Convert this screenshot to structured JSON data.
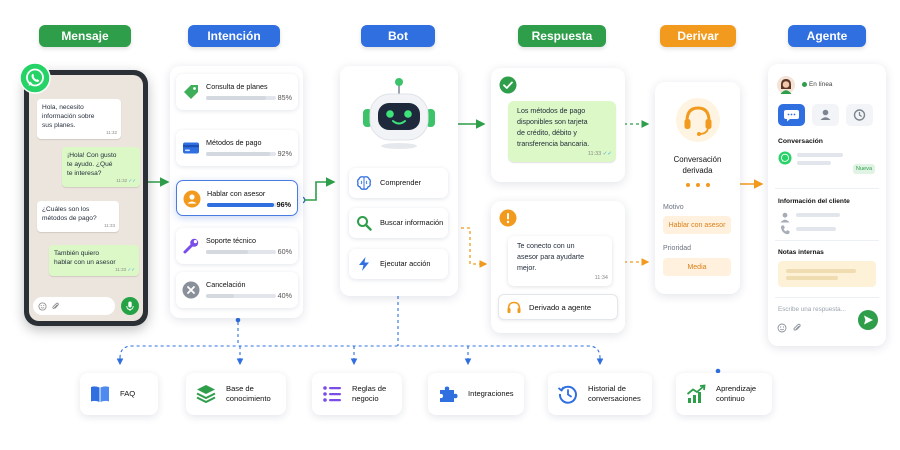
{
  "headers": [
    {
      "label": "Mensaje",
      "color": "#2e9e4a"
    },
    {
      "label": "Intención",
      "color": "#2f6fe0"
    },
    {
      "label": "Bot",
      "color": "#2f6fe0"
    },
    {
      "label": "Respuesta",
      "color": "#2e9e4a"
    },
    {
      "label": "Derivar",
      "color": "#f29a1e"
    },
    {
      "label": "Agente",
      "color": "#2f6fe0"
    }
  ],
  "chat": {
    "messages": [
      {
        "text_lines": [
          "Hola, necesito",
          "información sobre",
          "sus planes."
        ],
        "time": "11:32",
        "dir": "in"
      },
      {
        "text_lines": [
          "¡Hola! Con gusto",
          "te ayudo. ¿Qué",
          "te interesa?"
        ],
        "time": "11:32",
        "dir": "out"
      },
      {
        "text_lines": [
          "¿Cuáles son los",
          "métodos de pago?"
        ],
        "time": "11:33",
        "dir": "in"
      },
      {
        "text_lines": [
          "También quiero",
          "hablar con un asesor"
        ],
        "time": "11:33",
        "dir": "out"
      }
    ]
  },
  "intents": [
    {
      "label": "Consulta de planes",
      "pct": "85%",
      "fill": 0.85,
      "icon": "tag-icon"
    },
    {
      "label": "Métodos de pago",
      "pct": "92%",
      "fill": 0.92,
      "icon": "credit-card-icon"
    },
    {
      "label": "Hablar con asesor",
      "pct": "96%",
      "fill": 0.96,
      "icon": "person-icon",
      "active": true
    },
    {
      "label": "Soporte técnico",
      "pct": "60%",
      "fill": 0.6,
      "icon": "wrench-icon"
    },
    {
      "label": "Cancelación",
      "pct": "40%",
      "fill": 0.4,
      "icon": "cancel-icon"
    }
  ],
  "bot": {
    "actions": [
      {
        "label": "Comprender",
        "icon": "brain-icon"
      },
      {
        "label": "Buscar información",
        "icon": "search-icon"
      },
      {
        "label": "Ejecutar acción",
        "icon": "lightning-icon"
      }
    ]
  },
  "response": {
    "reply_lines": [
      "Los métodos de pago",
      "disponibles son tarjeta",
      "de crédito, débito y",
      "transferencia bancaria."
    ],
    "reply_time": "11:33",
    "handoff_lines": [
      "Te conecto con un",
      "asesor para ayudarte",
      "mejor."
    ],
    "handoff_time": "11:34",
    "handoff_button": "Derivado a agente"
  },
  "derive": {
    "title_lines": [
      "Conversación",
      "derivada"
    ],
    "motivo_label": "Motivo",
    "motivo_value": "Hablar con asesor",
    "prioridad_label": "Prioridad",
    "prioridad_value": "Media"
  },
  "agent": {
    "status": "En línea",
    "conversation_label": "Conversación",
    "new_badge": "Nueva",
    "client_info_label": "Información del cliente",
    "notes_label": "Notas internas",
    "reply_placeholder": "Escribe una respuesta..."
  },
  "resources": [
    {
      "lines": [
        "FAQ"
      ],
      "icon": "book-icon"
    },
    {
      "lines": [
        "Base de",
        "conocimiento"
      ],
      "icon": "layers-icon"
    },
    {
      "lines": [
        "Reglas de",
        "negocio"
      ],
      "icon": "list-icon"
    },
    {
      "lines": [
        "Integraciones"
      ],
      "icon": "puzzle-icon"
    },
    {
      "lines": [
        "Historial de",
        "conversaciones"
      ],
      "icon": "history-icon"
    },
    {
      "lines": [
        "Aprendizaje",
        "continuo"
      ],
      "icon": "chart-growth-icon"
    }
  ],
  "colors": {
    "green": "#2e9e4a",
    "blue": "#2f6fe0",
    "orange": "#f29a1e",
    "whatsapp": "#25d366"
  }
}
